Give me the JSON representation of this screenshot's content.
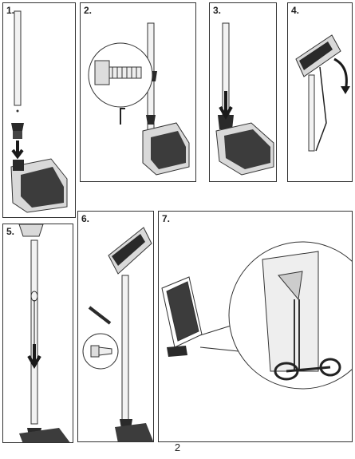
{
  "page": {
    "number": "2"
  },
  "steps": [
    {
      "label": "1."
    },
    {
      "label": "2."
    },
    {
      "label": "3."
    },
    {
      "label": "4."
    },
    {
      "label": "5."
    },
    {
      "label": "6."
    },
    {
      "label": "7."
    }
  ],
  "colors": {
    "line": "#333333",
    "pad": "#3c3c3c",
    "base": "#d9d9d9",
    "pole": "#f2f2f2",
    "knob": "#2a2a2a",
    "arrow": "#1a1a1a"
  }
}
